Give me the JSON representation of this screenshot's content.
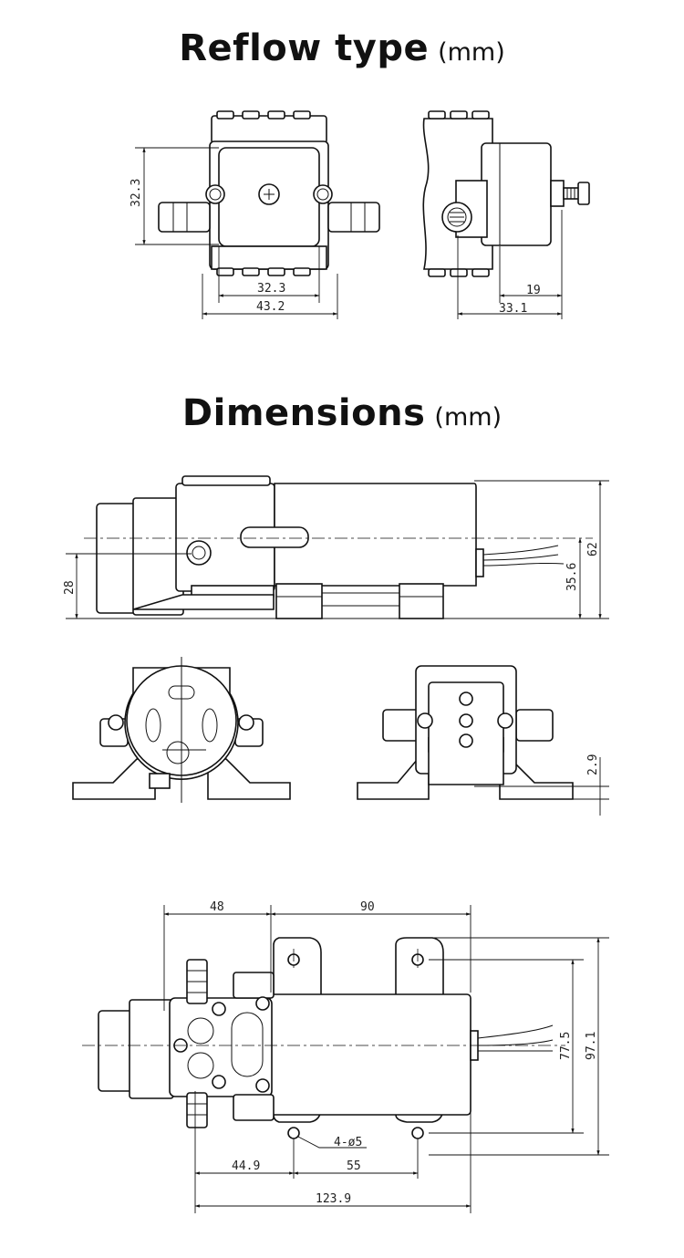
{
  "titles": {
    "reflow": "Reflow type",
    "dimensions": "Dimensions",
    "unit": "(mm)"
  },
  "reflow": {
    "front_height": "32.3",
    "front_inner_width": "32.3",
    "front_outer_width": "43.2",
    "side_shaft": "19",
    "side_depth": "33.1"
  },
  "side_view": {
    "base_height": "28",
    "outlet_height": "35.6",
    "total_height": "62"
  },
  "end_view": {
    "offset": "2.9"
  },
  "top_view": {
    "head_length": "48",
    "motor_length": "90",
    "hole_spacing_width": "77.5",
    "total_width": "97.1",
    "hole_spec": "4-ø5",
    "front_offset": "44.9",
    "hole_spacing_length": "55",
    "total_length": "123.9"
  }
}
